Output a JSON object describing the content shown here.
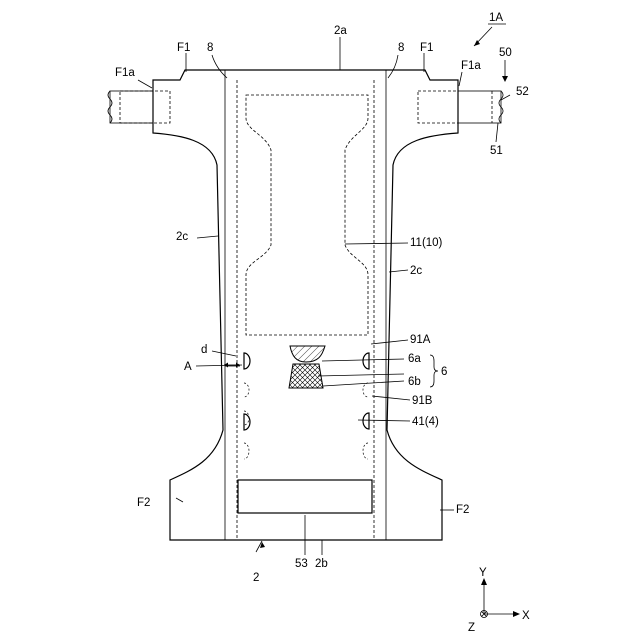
{
  "labels": {
    "fig_ref": "1A",
    "top_edge": "2a",
    "bottom_edge": "2b",
    "side_edge_left": "2c",
    "side_edge_right": "2c",
    "body": "2",
    "flap_left": "F1",
    "flap_right": "F1",
    "flap_end_left": "F1a",
    "flap_end_right": "F1a",
    "elastic_left": "8",
    "elastic_right": "8",
    "fastener": "50",
    "fastener_hook": "52",
    "fastener_base": "51",
    "absorber": "11(10)",
    "region_91a": "91A",
    "region_91b": "91B",
    "part_6a": "6a",
    "part_6b": "6b",
    "part_6": "6",
    "dim_d": "d",
    "dim_a": "A",
    "part_41": "41(4)",
    "lower_flap_left": "F2",
    "lower_flap_right": "F2",
    "target_tape": "53",
    "axis_y": "Y",
    "axis_x": "X",
    "axis_z": "Z"
  }
}
